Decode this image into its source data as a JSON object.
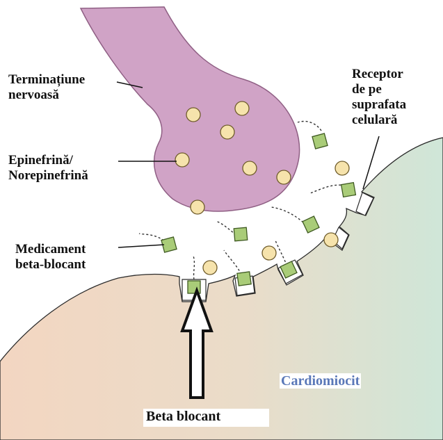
{
  "labels": {
    "nerve_terminal": [
      "Terminațiune",
      "nervoasă"
    ],
    "epinephrine": [
      "Epinefrină/",
      "Norepinefrină"
    ],
    "receptor": [
      "Receptor",
      "de pe",
      "suprafata",
      "celulară"
    ],
    "beta_blocker_drug": [
      "Medicament",
      "beta-blocant"
    ],
    "cell": "Cardiomiocit",
    "beta_blocker": "Beta blocant"
  },
  "colors": {
    "nerve_fill": "#d0a3c6",
    "nerve_stroke": "#8f5f84",
    "vesicle_fill": "#f6e3ac",
    "vesicle_stroke": "#6e5b2a",
    "drug_fill": "#a9cc78",
    "drug_stroke": "#3f5a22",
    "cell_left": "#f3d6c1",
    "cell_right": "#cfe6d8",
    "cardio_text": "#5a78b8"
  }
}
